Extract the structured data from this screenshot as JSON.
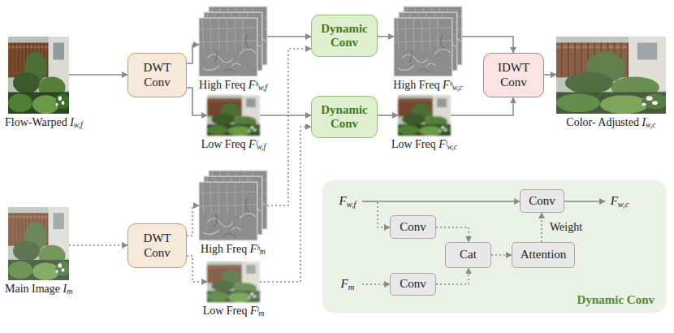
{
  "diagram": {
    "nodes": [
      {
        "text": [
          "Flow-Warped Iw,f"
        ]
      },
      {
        "text": [
          "DWT Conv"
        ]
      },
      {
        "text": [
          "High Freq Fʰw,f"
        ]
      },
      {
        "text": [
          "Low Freq Fˡw,f"
        ]
      },
      {
        "text": [
          "Main Image Im"
        ]
      },
      {
        "text": [
          "DWT Conv"
        ]
      },
      {
        "text": [
          "High Freq Fʰm"
        ]
      },
      {
        "text": [
          "Low Freq Fˡm"
        ]
      },
      {
        "text": [
          "Dynamic Conv"
        ]
      },
      {
        "text": [
          "Dynamic Conv"
        ]
      },
      {
        "text": [
          "High Freq Fʰw,c"
        ]
      },
      {
        "text": [
          "Low Freq Fˡw,c"
        ]
      },
      {
        "text": [
          "IDWT Conv"
        ]
      },
      {
        "text": [
          "Color- Adjusted Iw,c"
        ]
      },
      {
        "text": [
          "Dynamic Conv"
        ]
      },
      {
        "text": [
          "Fw,f"
        ],
        "in": 14
      },
      {
        "text": [
          "Conv"
        ],
        "in": 14
      },
      {
        "text": [
          "Fw,c"
        ],
        "in": 14
      },
      {
        "text": [
          "Conv"
        ],
        "in": 14
      },
      {
        "text": [
          "Cat"
        ],
        "in": 14
      },
      {
        "text": [
          "Attention"
        ],
        "in": 14
      },
      {
        "text": [
          "Fm"
        ],
        "in": 14
      },
      {
        "text": [
          "Conv"
        ],
        "in": 14
      }
    ],
    "edges": [
      {
        "from": 0,
        "to": 1,
        "arrow": "to"
      },
      {
        "from": 1,
        "to": 2,
        "arrow": "to"
      },
      {
        "from": 1,
        "to": 3,
        "arrow": "to"
      },
      {
        "from": 2,
        "to": 8,
        "arrow": "to"
      },
      {
        "from": 3,
        "to": 9,
        "arrow": "to"
      },
      {
        "from": 4,
        "to": 5,
        "arrow": "to"
      },
      {
        "from": 5,
        "to": 6,
        "arrow": "to"
      },
      {
        "from": 5,
        "to": 7,
        "arrow": "to"
      },
      {
        "from": 6,
        "to": 8,
        "arrow": "to"
      },
      {
        "from": 7,
        "to": 9,
        "arrow": "to"
      },
      {
        "from": 8,
        "to": 10,
        "arrow": "to"
      },
      {
        "from": 9,
        "to": 11,
        "arrow": "to"
      },
      {
        "from": 10,
        "to": 12,
        "arrow": "to"
      },
      {
        "from": 11,
        "to": 12,
        "arrow": "to"
      },
      {
        "from": 12,
        "to": 13,
        "arrow": "to"
      },
      {
        "from": 15,
        "to": 16,
        "arrow": "to"
      },
      {
        "from": 15,
        "to": 18,
        "arrow": "to"
      },
      {
        "from": 16,
        "to": 17,
        "arrow": "to"
      },
      {
        "from": 18,
        "to": 19,
        "arrow": "to"
      },
      {
        "from": 22,
        "to": 19,
        "arrow": "to"
      },
      {
        "from": 21,
        "to": 22,
        "arrow": "to"
      },
      {
        "from": 19,
        "to": 20,
        "arrow": "to"
      },
      {
        "from": 20,
        "to": 16,
        "label": "Weight",
        "arrow": "to"
      }
    ]
  }
}
